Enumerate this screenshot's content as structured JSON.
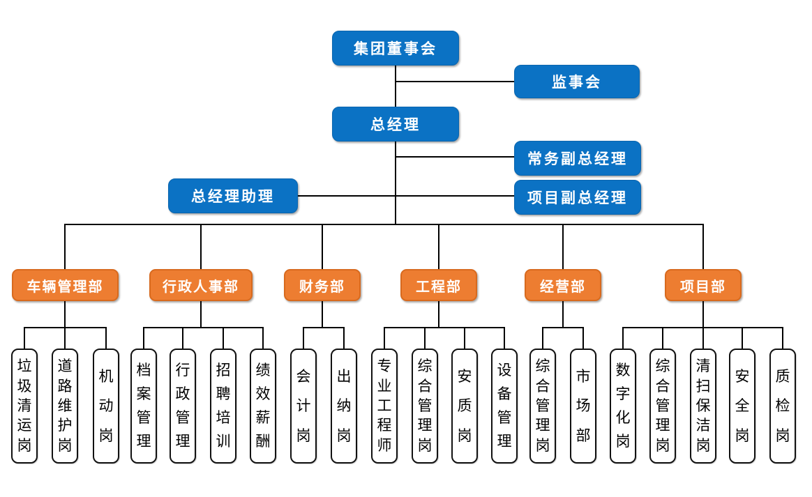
{
  "colors": {
    "leadership_fill": "#0B72C4",
    "leadership_border": "#0A65AE",
    "department_fill": "#ED7D31",
    "department_border": "#D86A1E",
    "position_fill": "#FFFFFF",
    "position_border": "#111111",
    "connector": "#000000",
    "text_light": "#FFFFFF",
    "text_dark": "#000000"
  },
  "nodes": {
    "board": "集团董事会",
    "supervisory": "监事会",
    "gm": "总经理",
    "exec_deputy_gm": "常务副总经理",
    "gm_assistant": "总经理助理",
    "project_deputy_gm": "项目副总经理",
    "departments": [
      {
        "label": "车辆管理部",
        "positions": [
          "垃圾清运岗",
          "道路维护岗",
          "机动岗"
        ]
      },
      {
        "label": "行政人事部",
        "positions": [
          "档案管理",
          "行政管理",
          "招聘培训",
          "绩效薪酬"
        ]
      },
      {
        "label": "财务部",
        "positions": [
          "会计岗",
          "出纳岗"
        ]
      },
      {
        "label": "工程部",
        "positions": [
          "专业工程师",
          "综合管理岗",
          "安质岗",
          "设备管理"
        ]
      },
      {
        "label": "经营部",
        "positions": [
          "综合管理岗",
          "市场部"
        ]
      },
      {
        "label": "项目部",
        "positions": [
          "数字化岗",
          "综合管理岗",
          "清扫保洁岗",
          "安全岗",
          "质检岗"
        ]
      }
    ]
  }
}
